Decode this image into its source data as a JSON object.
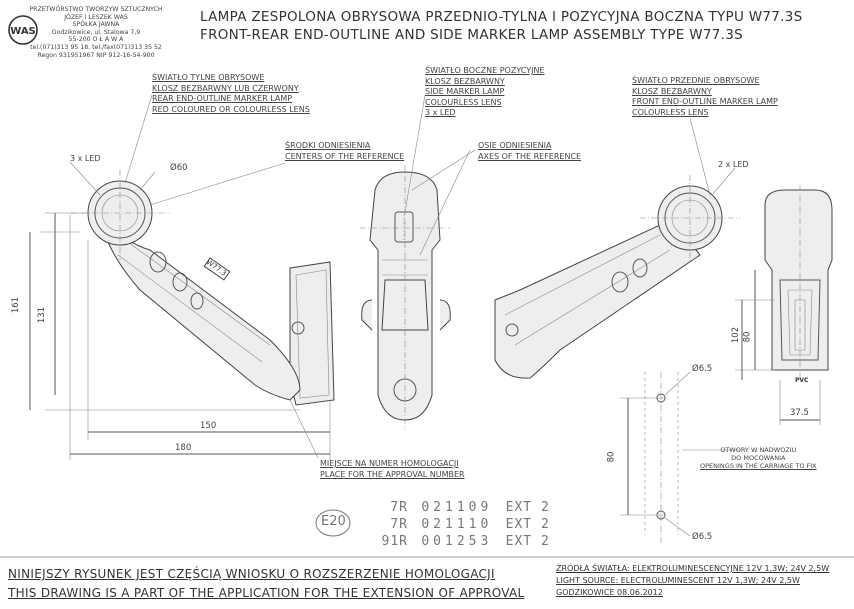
{
  "company": {
    "logo_text": "WAS",
    "lines": [
      "PRZETWÓRSTWO TWORZYW SZTUCZNYCH",
      "JÓZEF I LESZEK WAS",
      "SPÓŁKA JAWNA",
      "Godzikowice, ul. Stalowa 7,9",
      "55-200  O Ł A W A",
      "tel.(071)313 95 18, tel./fax(071)313 35 52",
      "Regon 931951967 NIP 912-16-54-900"
    ]
  },
  "title": {
    "pl": "LAMPA ZESPOLONA OBRYSOWA PRZEDNIO-TYLNA I POZYCYJNA BOCZNA TYPU W77.3S",
    "en": "FRONT-REAR END-OUTLINE AND SIDE MARKER LAMP ASSEMBLY TYPE W77.3S"
  },
  "labels": {
    "rear": [
      "ŚWIATŁO TYLNE OBRYSOWE",
      "KLOSZ BEZBARWNY LUB CZERWONY",
      "REAR END-OUTLINE MARKER LAMP",
      "RED COLOURED OR COLOURLESS LENS"
    ],
    "side": [
      "ŚWIATŁO BOCZNE POZYCYJNE",
      "KLOSZ BEZBARWNY",
      "SIDE MARKER LAMP",
      "COLOURLESS LENS",
      "3 x LED"
    ],
    "front": [
      "ŚWIATŁO PRZEDNIE OBRYSOWE",
      "KLOSZ BEZBARWNY",
      "FRONT END-OUTLINE MARKER LAMP",
      "COLOURLESS LENS"
    ],
    "centers": [
      "ŚRODKI ODNIESIENIA",
      "CENTERS OF THE REFERENCE"
    ],
    "axes": [
      "OSIE ODNIESIENIA",
      "AXES OF THE REFERENCE"
    ],
    "approval": [
      "MIEJSCE NA NUMER HOMOLOGACJI",
      "PLACE FOR THE APPROVAL NUMBER"
    ],
    "openings": [
      "OTWORY W NADWOZIU",
      "DO MOCOWANIA",
      "OPENINGS IN THE CARRIAGE TO FIX"
    ],
    "led_left": "3 x LED",
    "led_right": "2 x LED",
    "part_mark": "W77.3",
    "pvc_mark": "PVC"
  },
  "dimensions": {
    "d60": "Ø60",
    "h161": "161",
    "h131": "131",
    "w150": "150",
    "w180": "180",
    "h102": "102",
    "h80": "80",
    "w37_5": "37.5",
    "hole_top": "Ø6.5",
    "hole_bottom": "Ø6.5",
    "hole_spacing": "80"
  },
  "homologation": {
    "mark": "E20",
    "rows": [
      [
        "7R",
        "021109",
        "EXT 2"
      ],
      [
        "7R",
        "021110",
        "EXT 2"
      ],
      [
        "91R",
        "001253",
        "EXT 2"
      ]
    ]
  },
  "footer": {
    "pl": "NINIEJSZY RYSUNEK JEST CZĘŚCIĄ WNIOSKU O  ROZSZERZENIE  HOMOLOGACJI",
    "en": "THIS DRAWING IS A PART OF THE APPLICATION FOR THE EXTENSION OF APPROVAL",
    "source_pl": "ŹRÓDŁA ŚWIATŁA: ELEKTROLUMINESCENCYJNE  12V  1,3W; 24V  2,5W",
    "source_en": "LIGHT SOURCE: ELECTROLUMINESCENT  12V  1,3W; 24V  2,5W",
    "place_date": "GODZIKOWICE 08.06.2012"
  }
}
